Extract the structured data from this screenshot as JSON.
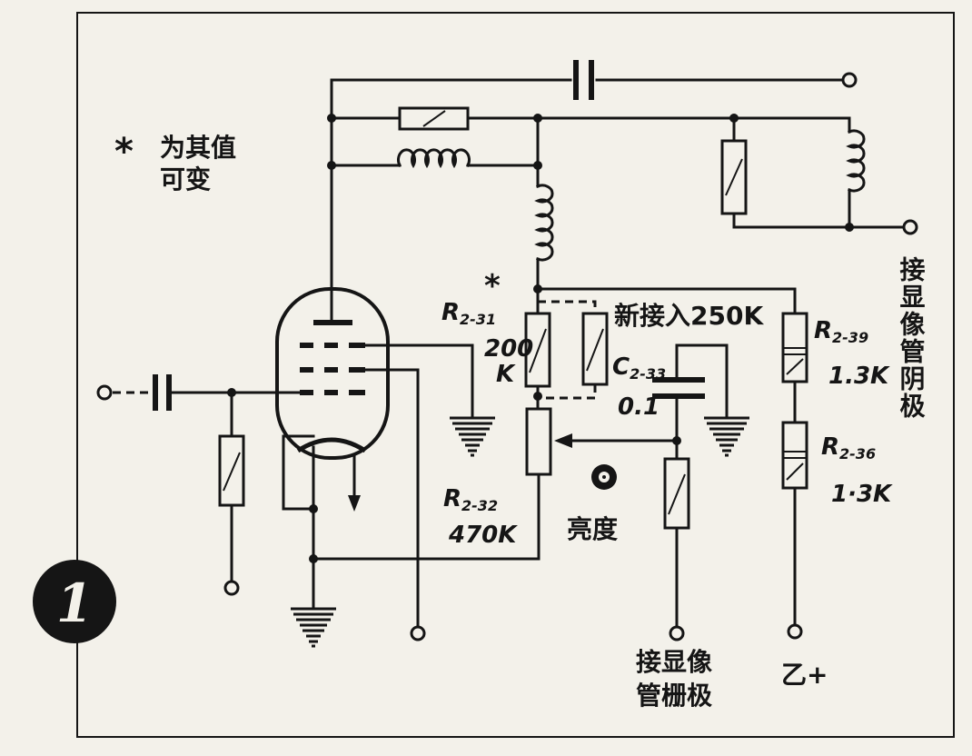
{
  "figure": {
    "number": "1"
  },
  "note": {
    "symbol": "*",
    "line1": "为其值",
    "line2": "可变"
  },
  "marker": {
    "asterisk": "*"
  },
  "components": {
    "r231": {
      "letter": "R",
      "sub": "2-31",
      "value_line1": "200",
      "value_line2": "K"
    },
    "r_new": {
      "label": "新接入250K"
    },
    "c233": {
      "letter": "C",
      "sub": "2-33",
      "value": "0.1"
    },
    "r239": {
      "letter": "R",
      "sub": "2-39",
      "value": "1.3K"
    },
    "r236": {
      "letter": "R",
      "sub": "2-36",
      "value": "1·3K"
    },
    "r232": {
      "letter": "R",
      "sub": "2-32",
      "value": "470K"
    }
  },
  "controls": {
    "brightness": "亮度"
  },
  "terminals": {
    "cathode": "接显像管阴极",
    "grid_line1": "接显像",
    "grid_line2": "管栅极",
    "b_plus": "乙+"
  },
  "colors": {
    "ink": "#151515",
    "paper": "#f3f1ea"
  }
}
